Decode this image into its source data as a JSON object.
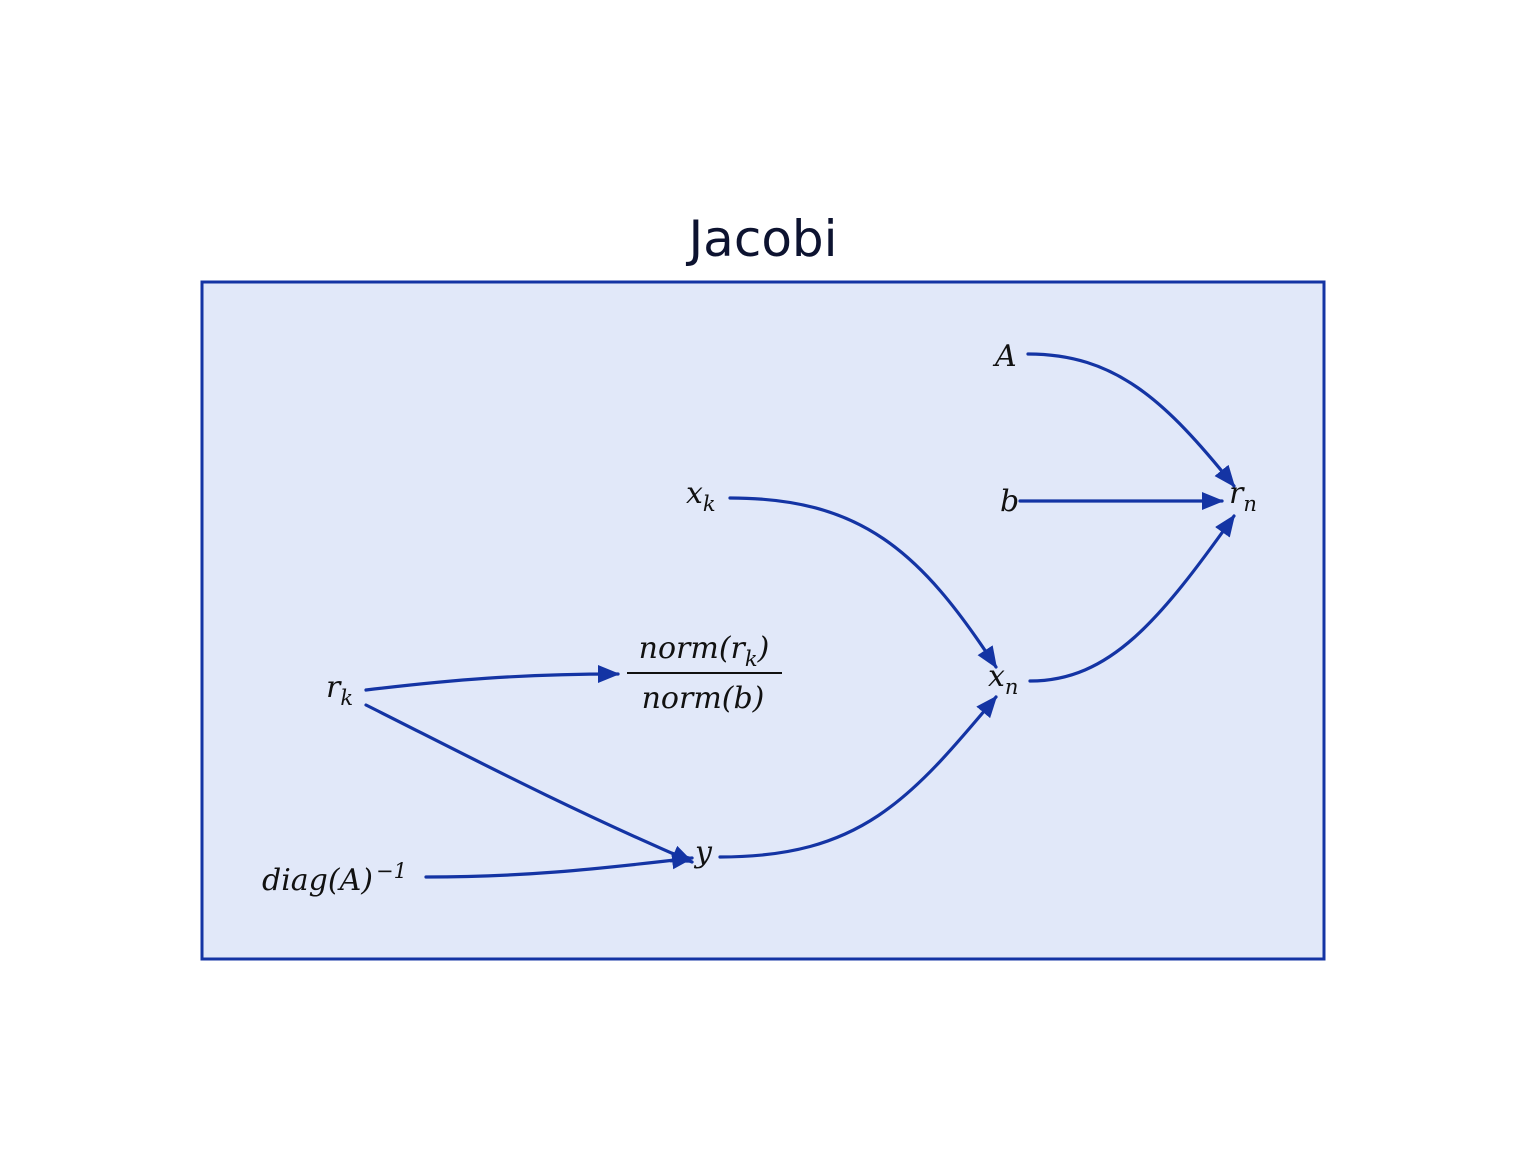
{
  "diagram": {
    "title": "Jacobi",
    "colors": {
      "frame_stroke": "#1434a4",
      "frame_fill": "#e1e8f9",
      "edge": "#1434a4",
      "text": "#111111",
      "title": "#0d1330"
    },
    "nodes": {
      "A": {
        "base": "A",
        "sub": ""
      },
      "b": {
        "base": "b",
        "sub": ""
      },
      "rn": {
        "base": "r",
        "sub": "n"
      },
      "xk": {
        "base": "x",
        "sub": "k"
      },
      "xn": {
        "base": "x",
        "sub": "n"
      },
      "rk": {
        "base": "r",
        "sub": "k"
      },
      "ratio": {
        "numerator": "norm(r",
        "numerator_sub": "k",
        "numerator_close": ")",
        "denominator": "norm(b)"
      },
      "y": {
        "base": "y",
        "sub": ""
      },
      "diag": {
        "base": "diag(A)",
        "sup": "−1"
      }
    },
    "edges": [
      {
        "from": "A",
        "to": "r_n"
      },
      {
        "from": "b",
        "to": "r_n"
      },
      {
        "from": "x_n",
        "to": "r_n"
      },
      {
        "from": "x_k",
        "to": "x_n"
      },
      {
        "from": "r_k",
        "to": "norm(r_k)/norm(b)"
      },
      {
        "from": "r_k",
        "to": "y"
      },
      {
        "from": "diag(A)^-1",
        "to": "y"
      },
      {
        "from": "y",
        "to": "x_n"
      }
    ]
  }
}
